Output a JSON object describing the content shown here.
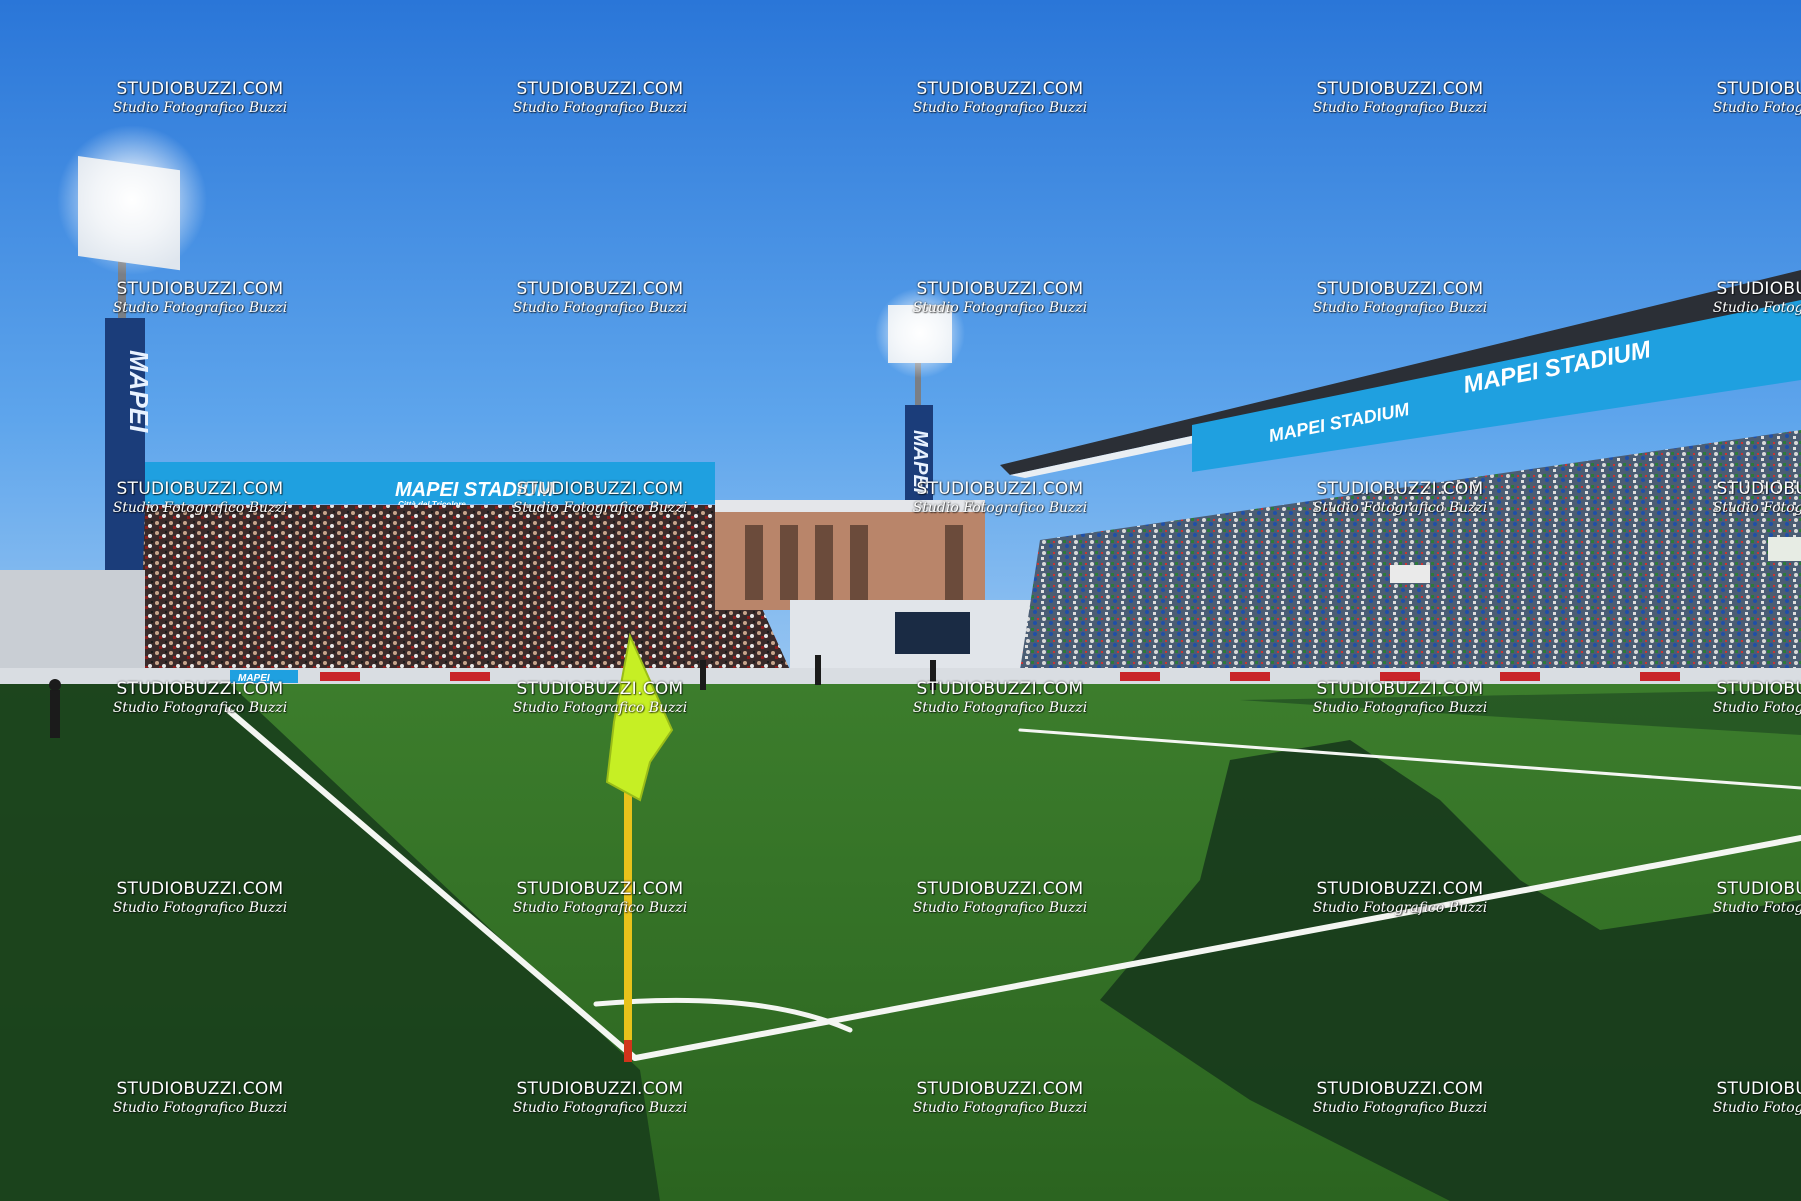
{
  "scene": {
    "stadium_signs": {
      "main_roof": "MAPEI STADIUM",
      "side_roof": "MAPEI STADIUM",
      "left_stand": "MAPEI STADIUM",
      "left_stand_sub": "Città del Tricolore",
      "tower_left": "MAPEI",
      "tower_center": "MAPEI",
      "board_brand": "MAPEI"
    }
  },
  "watermark": {
    "line1": "STUDIOBUZZI.COM",
    "line2": "Studio Fotografico Buzzi"
  },
  "colors": {
    "sky": "#3f8ee0",
    "pitch": "#2f6e24",
    "pitch_shadow": "#15351a",
    "flag": "#c6ef24",
    "board_blue": "#1fa0e0"
  }
}
